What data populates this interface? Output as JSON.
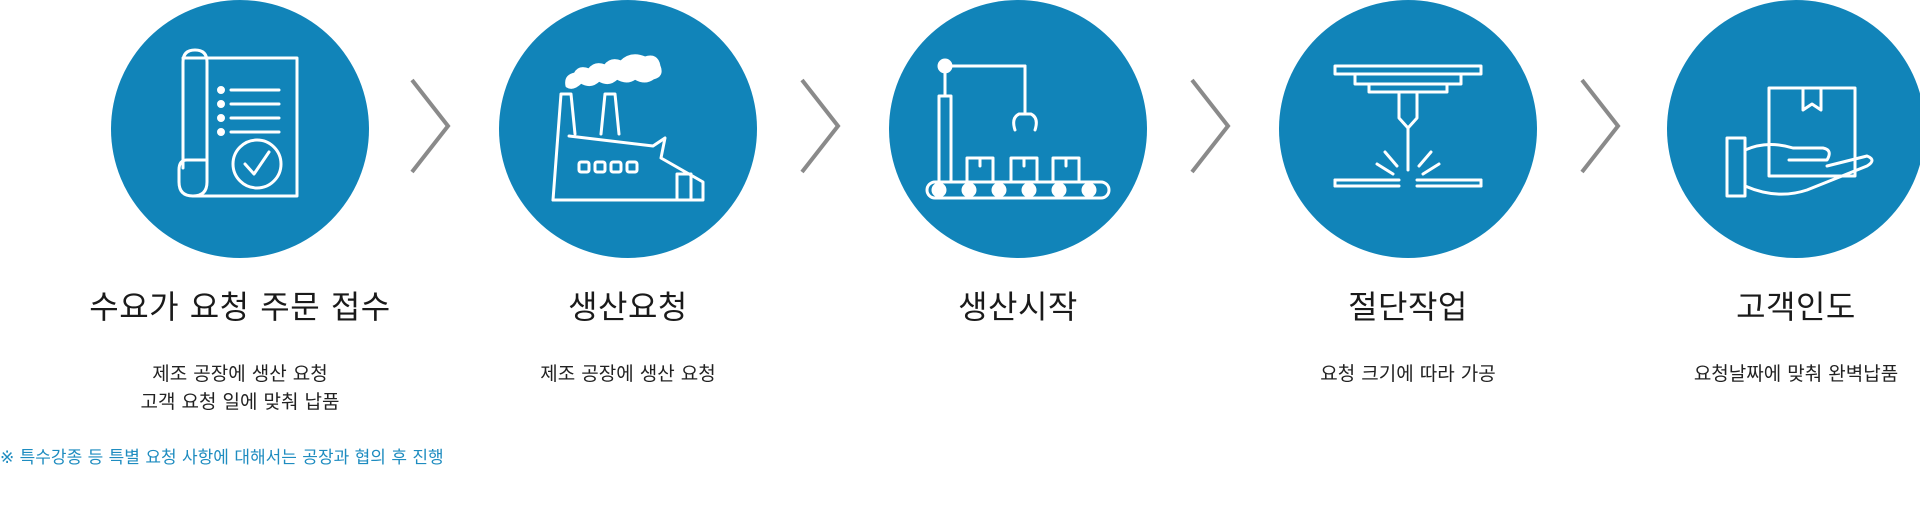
{
  "colors": {
    "circle": "#1184b9",
    "arrow": "#8a8a8a",
    "note": "#1e8cc0"
  },
  "steps": [
    {
      "icon": "document-checklist-icon",
      "title": "수요가 요청 주문 접수",
      "desc_lines": [
        "제조 공장에 생산 요청",
        "고객 요청 일에 맞춰 납품"
      ]
    },
    {
      "icon": "factory-icon",
      "title": "생산요청",
      "desc_lines": [
        "제조 공장에 생산 요청"
      ]
    },
    {
      "icon": "conveyor-icon",
      "title": "생산시작",
      "desc_lines": []
    },
    {
      "icon": "laser-cutter-icon",
      "title": "절단작업",
      "desc_lines": [
        "요청 크기에 따라 가공"
      ]
    },
    {
      "icon": "hand-box-icon",
      "title": "고객인도",
      "desc_lines": [
        "요청날짜에 맞춰 완벽납품"
      ]
    }
  ],
  "note": "※ 특수강종 등 특별 요청 사항에 대해서는 공장과 협의 후 진행"
}
